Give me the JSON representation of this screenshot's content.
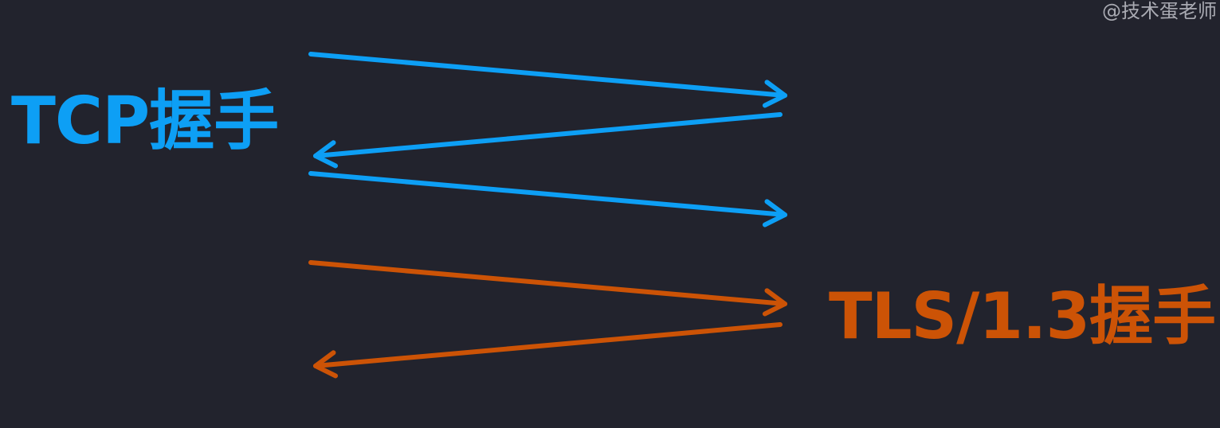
{
  "watermark": "@技术蛋老师",
  "labels": {
    "tcp": "TCP握手",
    "tls": "TLS/1.3握手"
  },
  "colors": {
    "background": "#22232d",
    "tcp": "#0d9ff5",
    "tls": "#cc5306",
    "watermark": "#a9aab2"
  },
  "handshakes": {
    "tcp": {
      "messages": [
        "client-to-server",
        "server-to-client",
        "client-to-server"
      ]
    },
    "tls": {
      "messages": [
        "client-to-server",
        "server-to-client"
      ]
    }
  }
}
